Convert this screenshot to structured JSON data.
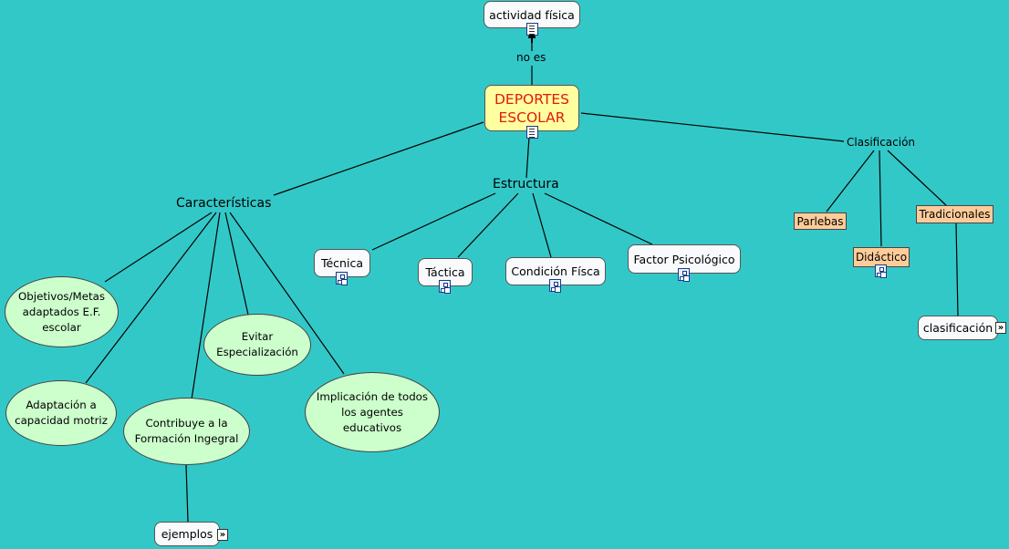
{
  "nodes": {
    "actividad": "actividad física",
    "deportes": "DEPORTES ESCOLAR",
    "caracteristicas": "Características",
    "estructura": "Estructura",
    "clasificacion_label": "Clasificación",
    "tecnica": "Técnica",
    "tactica": "Táctica",
    "condicion": "Condición Físca",
    "factor": "Factor Psicológico",
    "objetivos": "Objetivos/Metas adaptados E.F. escolar",
    "adaptacion": "Adaptación a capacidad motriz",
    "contribuye": "Contribuye a la Formación Ingegral",
    "evitar": "Evitar Especialización",
    "implicacion": "Implicación de todos los agentes educativos",
    "ejemplos": "ejemplos",
    "parlebas": "Parlebas",
    "didactico": "Didáctico",
    "tradicionales": "Tradicionales",
    "clasificacion_node": "clasificación"
  },
  "links": {
    "no_es": "no es"
  },
  "icons": {
    "doc": "document-icon",
    "submap": "submap-icon",
    "arrow": "double-arrow-icon",
    "arrow_glyph": "»",
    "pin": "pin-icon"
  },
  "colors": {
    "background": "#33c8c8",
    "main_fill": "#ffff9f",
    "main_text": "#e01b10",
    "ellipse_fill": "#ccffcc",
    "orange_fill": "#ffcc99"
  }
}
